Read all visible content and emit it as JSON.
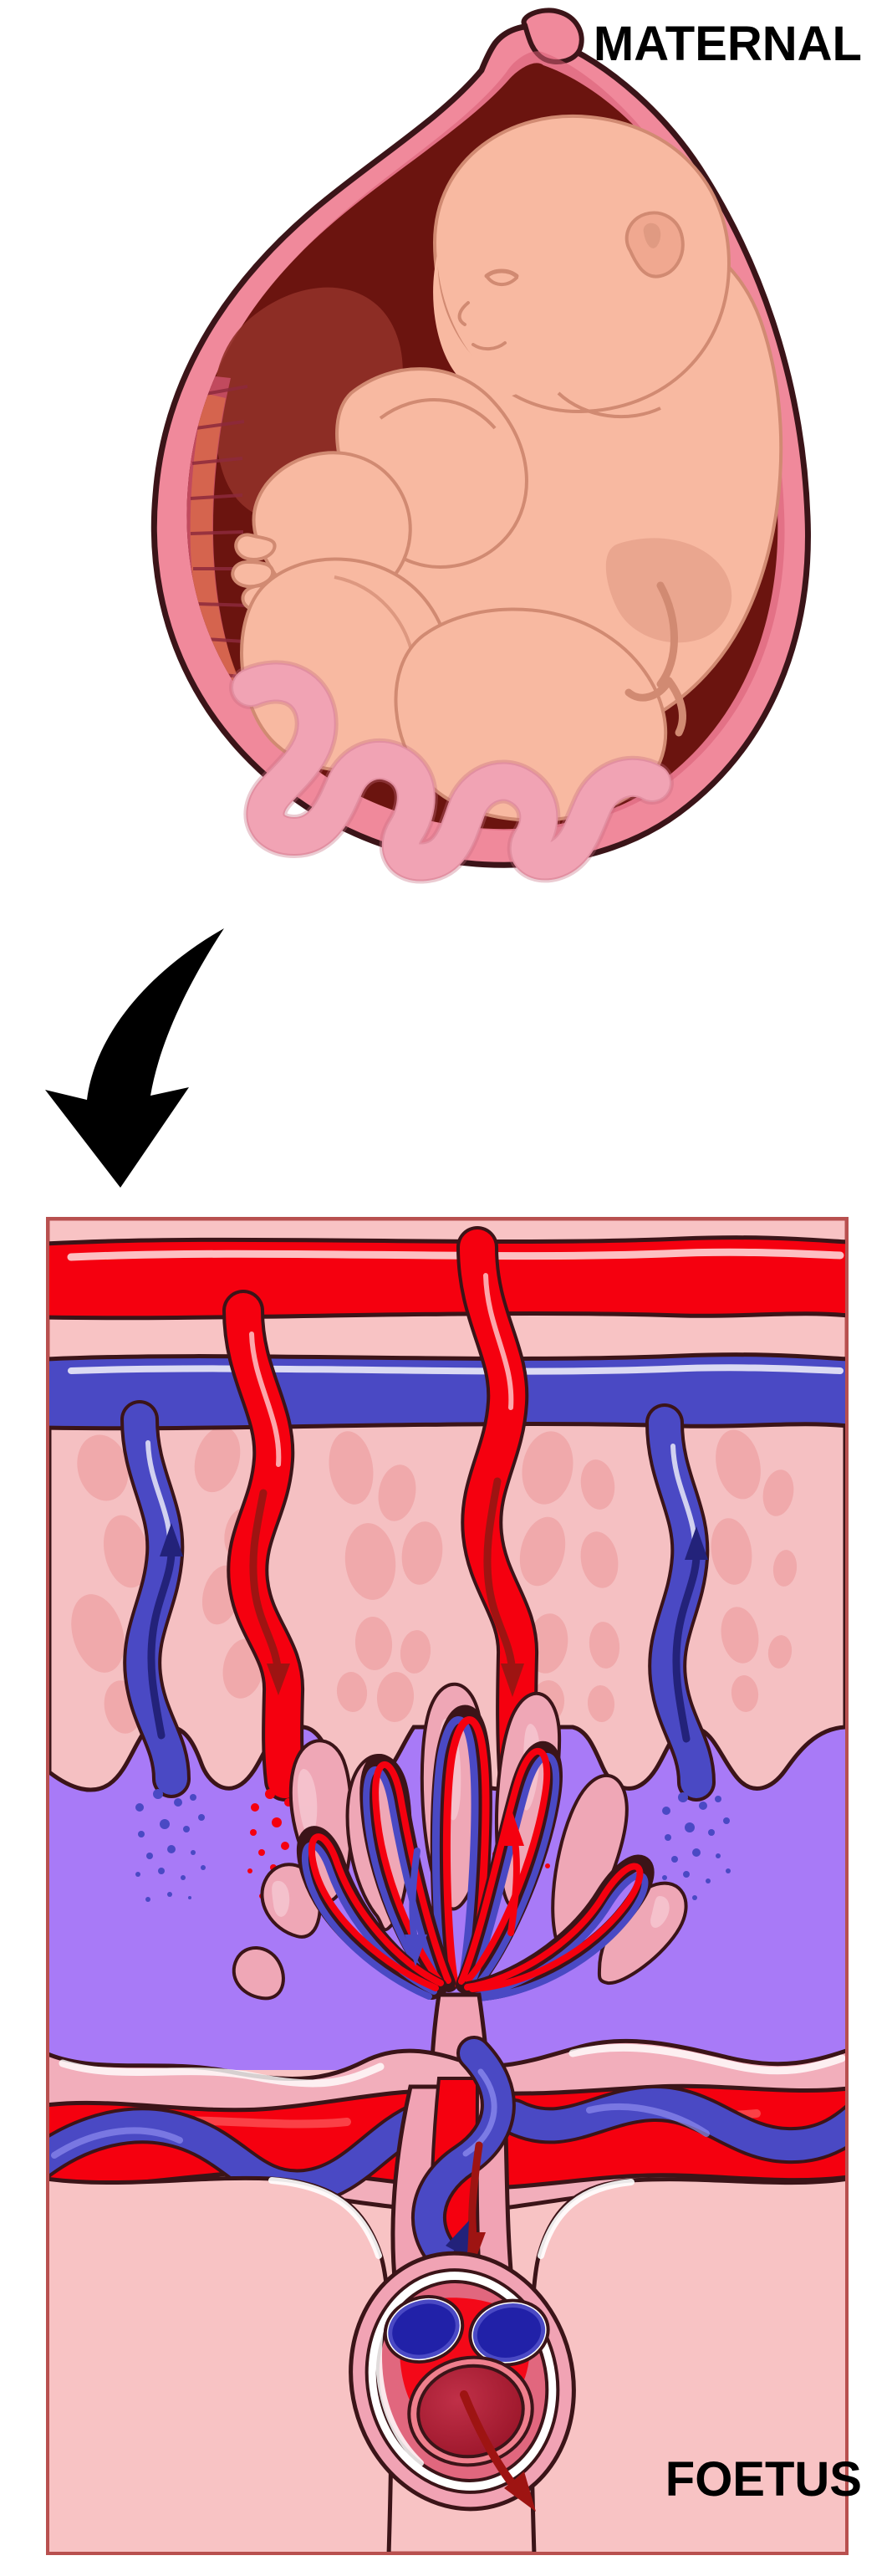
{
  "figure": {
    "title": "Placental circulation — maternal and foetal blood supply",
    "panels": [
      {
        "id": "uterus",
        "name": "Foetus in uterus (sagittal section)"
      },
      {
        "id": "placenta",
        "name": "Placental barrier detail"
      }
    ]
  },
  "labels": {
    "maternal": "MATERNAL",
    "foetus": "FOETUS"
  },
  "icons": {
    "flow_arrow": "curved-down-arrow-icon"
  },
  "colors": {
    "page_background": "#ffffff",
    "panel_background": "#f8c3c4",
    "panel_border": "#b8504f",
    "uterus_wall_outer": "#f0899b",
    "uterus_wall_mid": "#e06d82",
    "uterus_wall_inner": "#d2546b",
    "uterus_cavity": "#6b140f",
    "uterus_cavity_light": "#913028",
    "endometrium_ridge": "#c14a5e",
    "endometrium_warm": "#d96a4a",
    "fetus_skin": "#f8b9a1",
    "fetus_skin_shadow": "#e8a28c",
    "cord_pink": "#f1a3b4",
    "outline": "#3b1418",
    "artery_red": "#f5000f",
    "artery_red_dark": "#9e1412",
    "vein_blue": "#4a49c4",
    "vein_blue_dark": "#23227a",
    "umbilical_vein_dark": "#a81c32",
    "intervillous_purple": "#a87af7",
    "decidua_pink": "#f5c0c2",
    "decidua_lobule": "#f0a9ab",
    "villi_pink": "#efa7b6",
    "villi_pink_light": "#f6c6d0",
    "chorionic_plate": "#f2aebb",
    "highlight_white": "#ffffff",
    "label_text": "#000000"
  },
  "diagram_content": {
    "uterus_panel": {
      "structures": [
        "uterine wall",
        "uterine cavity / amniotic cavity",
        "endometrial ridges",
        "foetus (head, torso, arm, legs)",
        "umbilical cord",
        "placenta attachment"
      ]
    },
    "placenta_panel": {
      "zones": [
        {
          "name": "maternal tissue (decidua / myometrium)",
          "color": "#f5c0c2"
        },
        {
          "name": "intervillous space",
          "color": "#a87af7"
        },
        {
          "name": "chorionic plate",
          "color": "#f2aebb"
        },
        {
          "name": "foetal tissue",
          "color": "#f8c3c4"
        }
      ],
      "vessels": [
        {
          "name": "maternal artery (uterine/spiral artery)",
          "color": "#f5000f",
          "flow": "into intervillous space",
          "count": 2
        },
        {
          "name": "maternal vein (uterine vein)",
          "color": "#4a49c4",
          "flow": "out of intervillous space",
          "count": 2
        },
        {
          "name": "chorionic villus capillary — artery",
          "color": "#f5000f",
          "flow": "toward villus tips"
        },
        {
          "name": "chorionic villus capillary — vein",
          "color": "#4a49c4",
          "flow": "away from villus tips"
        },
        {
          "name": "umbilical arteries",
          "color": "#4a49c4",
          "count": 2,
          "note": "deoxygenated blood to placenta"
        },
        {
          "name": "umbilical vein",
          "color": "#a81c32",
          "count": 1,
          "note": "oxygenated blood to foetus"
        }
      ],
      "villi_count": 8,
      "cord_cross_section": {
        "arteries": 2,
        "veins": 1
      }
    }
  }
}
